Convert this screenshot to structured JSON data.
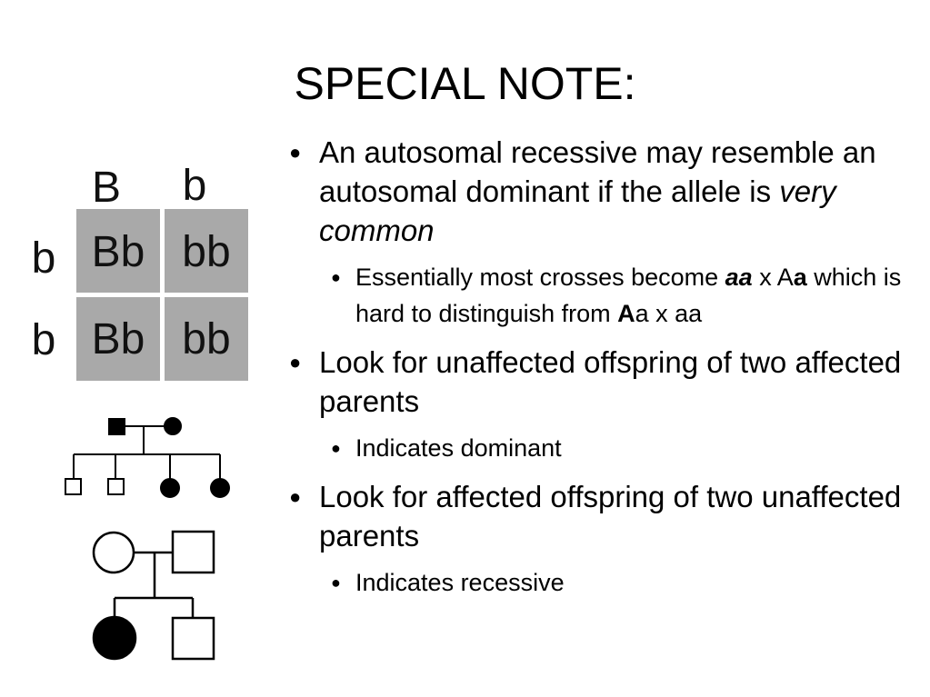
{
  "slide": {
    "title": "SPECIAL NOTE:"
  },
  "punnett": {
    "col_headers": [
      "B",
      "b"
    ],
    "row_headers": [
      "b",
      "b"
    ],
    "cells": [
      [
        "Bb",
        "bb"
      ],
      [
        "Bb",
        "bb"
      ]
    ],
    "cell_fill": "#a9a9a9"
  },
  "bullets": {
    "b1": {
      "text": "An autosomal recessive may resemble an autosomal dominant if the allele is ",
      "emph": "very common"
    },
    "b1_sub": {
      "t1": "Essentially most crosses become ",
      "t2": "aa",
      "t3": " x A",
      "t4": "a",
      "t5": " which is hard to distinguish from ",
      "t6": "A",
      "t7": "a x aa"
    },
    "b2": {
      "text": "Look for unaffected offspring of two affected parents"
    },
    "b2_sub": {
      "text": "Indicates dominant"
    },
    "b3": {
      "text": "Look for affected offspring of two unaffected parents"
    },
    "b3_sub": {
      "text": "Indicates recessive"
    }
  }
}
